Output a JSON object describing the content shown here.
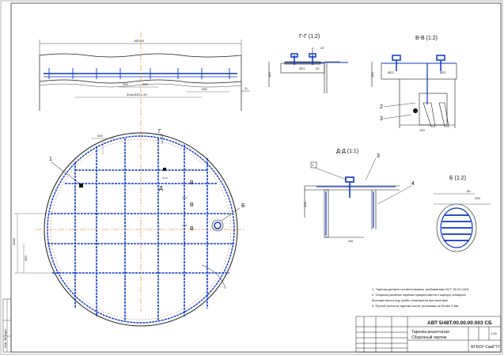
{
  "views": {
    "section_gg": "Г-Г (1:2)",
    "section_vv": "В-В (1:2)",
    "section_dd": "Д-Д (1:1)",
    "view_b": "Б (1:2)"
  },
  "markers": {
    "g": "Г",
    "d": "Д",
    "v": "В",
    "b": "Б",
    "pos1": "1",
    "pos2": "2",
    "pos3": "3",
    "pos4": "4"
  },
  "notes": [
    "1. Тарелка должна соответствовать требованиям ОСТ 26-02-1401",
    "2. Опорная решетка тарелки прикрепляется к корпусу аппарата",
    "   болтами места под скобы отмечаются при монтаже",
    "3. Прогиб полотна тарелки после установки не более 2 мм"
  ],
  "title_block": {
    "doc_number": "АВТ 5/48Т.00.00.00.003 СБ",
    "name_line1": "Тарелка решетчатая",
    "name_line2": "Сборочный чертеж",
    "scale": "1:20",
    "sheet": "ФГБОУ СамГТУ"
  },
  "left_strip": "Инв. № подл."
}
